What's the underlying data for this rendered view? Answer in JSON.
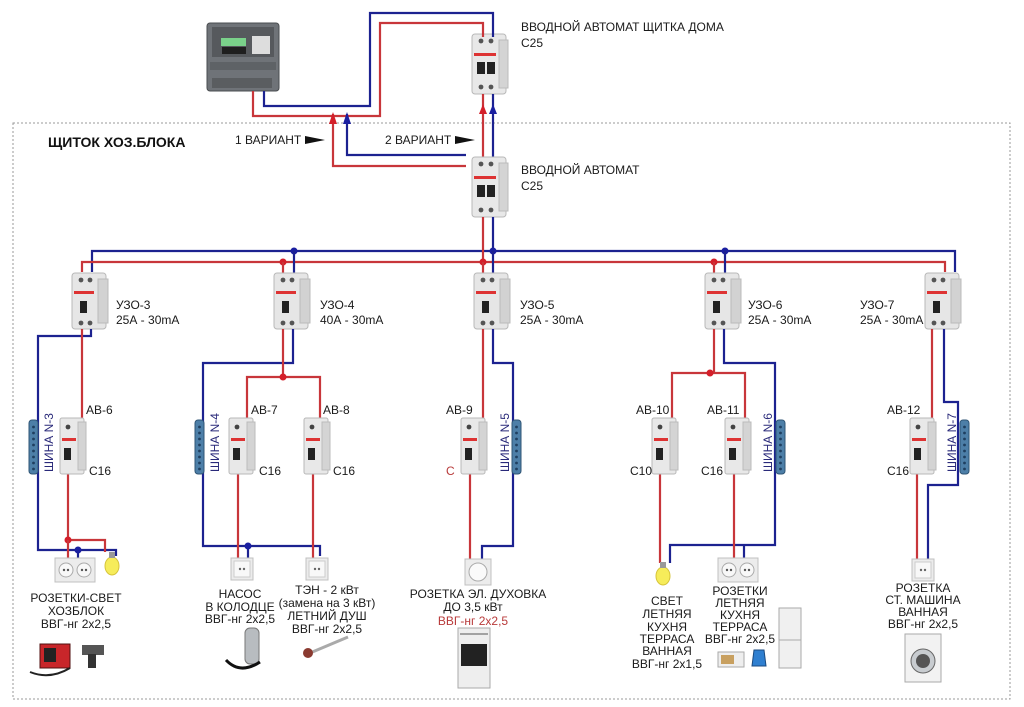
{
  "meter": {
    "name": "electricity-meter"
  },
  "main_house_breaker": {
    "title": "ВВОДНОЙ АВТОМАТ ЩИТКА ДОМА",
    "rating": "С25"
  },
  "panel": {
    "title": "ЩИТОК ХОЗ.БЛОКА"
  },
  "variants": {
    "v1": "1 ВАРИАНТ",
    "v2": "2 ВАРИАНТ"
  },
  "panel_breaker": {
    "title": "ВВОДНОЙ АВТОМАТ",
    "rating": "С25"
  },
  "rcds": [
    {
      "name": "УЗО-3",
      "rating": "25А - 30mA"
    },
    {
      "name": "УЗО-4",
      "rating": "40А - 30mA"
    },
    {
      "name": "УЗО-5",
      "rating": "25А - 30mA"
    },
    {
      "name": "УЗО-6",
      "rating": "25А - 30mA"
    },
    {
      "name": "УЗО-7",
      "rating": "25А - 30mA"
    }
  ],
  "breakers": [
    {
      "name": "АВ-6",
      "rating": "С16"
    },
    {
      "name": "АВ-7",
      "rating": "С16"
    },
    {
      "name": "АВ-8",
      "rating": "С16"
    },
    {
      "name": "АВ-9",
      "rating": "С"
    },
    {
      "name": "АВ-10",
      "rating": "С10"
    },
    {
      "name": "АВ-11",
      "rating": "С16"
    },
    {
      "name": "АВ-12",
      "rating": "С16"
    }
  ],
  "buses": [
    "ШИНА N-3",
    "ШИНА N-4",
    "ШИНА N-5",
    "ШИНА N-6",
    "ШИНА N-7"
  ],
  "loads": [
    {
      "lines": [
        "РОЗЕТКИ-СВЕТ",
        "ХОЗБЛОК",
        "ВВГ-нг 2х2,5"
      ]
    },
    {
      "lines": [
        "НАСОС",
        "В КОЛОДЦЕ",
        "ВВГ-нг 2х2,5"
      ]
    },
    {
      "lines": [
        "ТЭН - 2 кВт",
        "(замена на 3 кВт)",
        "ЛЕТНИЙ ДУШ",
        "ВВГ-нг 2х2,5"
      ]
    },
    {
      "lines": [
        "РОЗЕТКА ЭЛ. ДУХОВКА",
        "ДО 3,5 кВт"
      ],
      "cable": "ВВГ-нг 2х2,5"
    },
    {
      "lines": [
        "СВЕТ",
        "ЛЕТНЯЯ",
        "КУХНЯ",
        "ТЕРРАСА",
        "ВАННАЯ",
        "ВВГ-нг 2х1,5"
      ]
    },
    {
      "lines": [
        "РОЗЕТКИ",
        "ЛЕТНЯЯ",
        "КУХНЯ",
        "ТЕРРАСА",
        "ВВГ-нг 2х2,5"
      ]
    },
    {
      "lines": [
        "РОЗЕТКА",
        "СТ. МАШИНА",
        "ВАННАЯ",
        "ВВГ-нг 2х2,5"
      ]
    }
  ],
  "colors": {
    "phase": "#c8363a",
    "neutral": "#1c2290",
    "bus": "#3a6a9a"
  }
}
